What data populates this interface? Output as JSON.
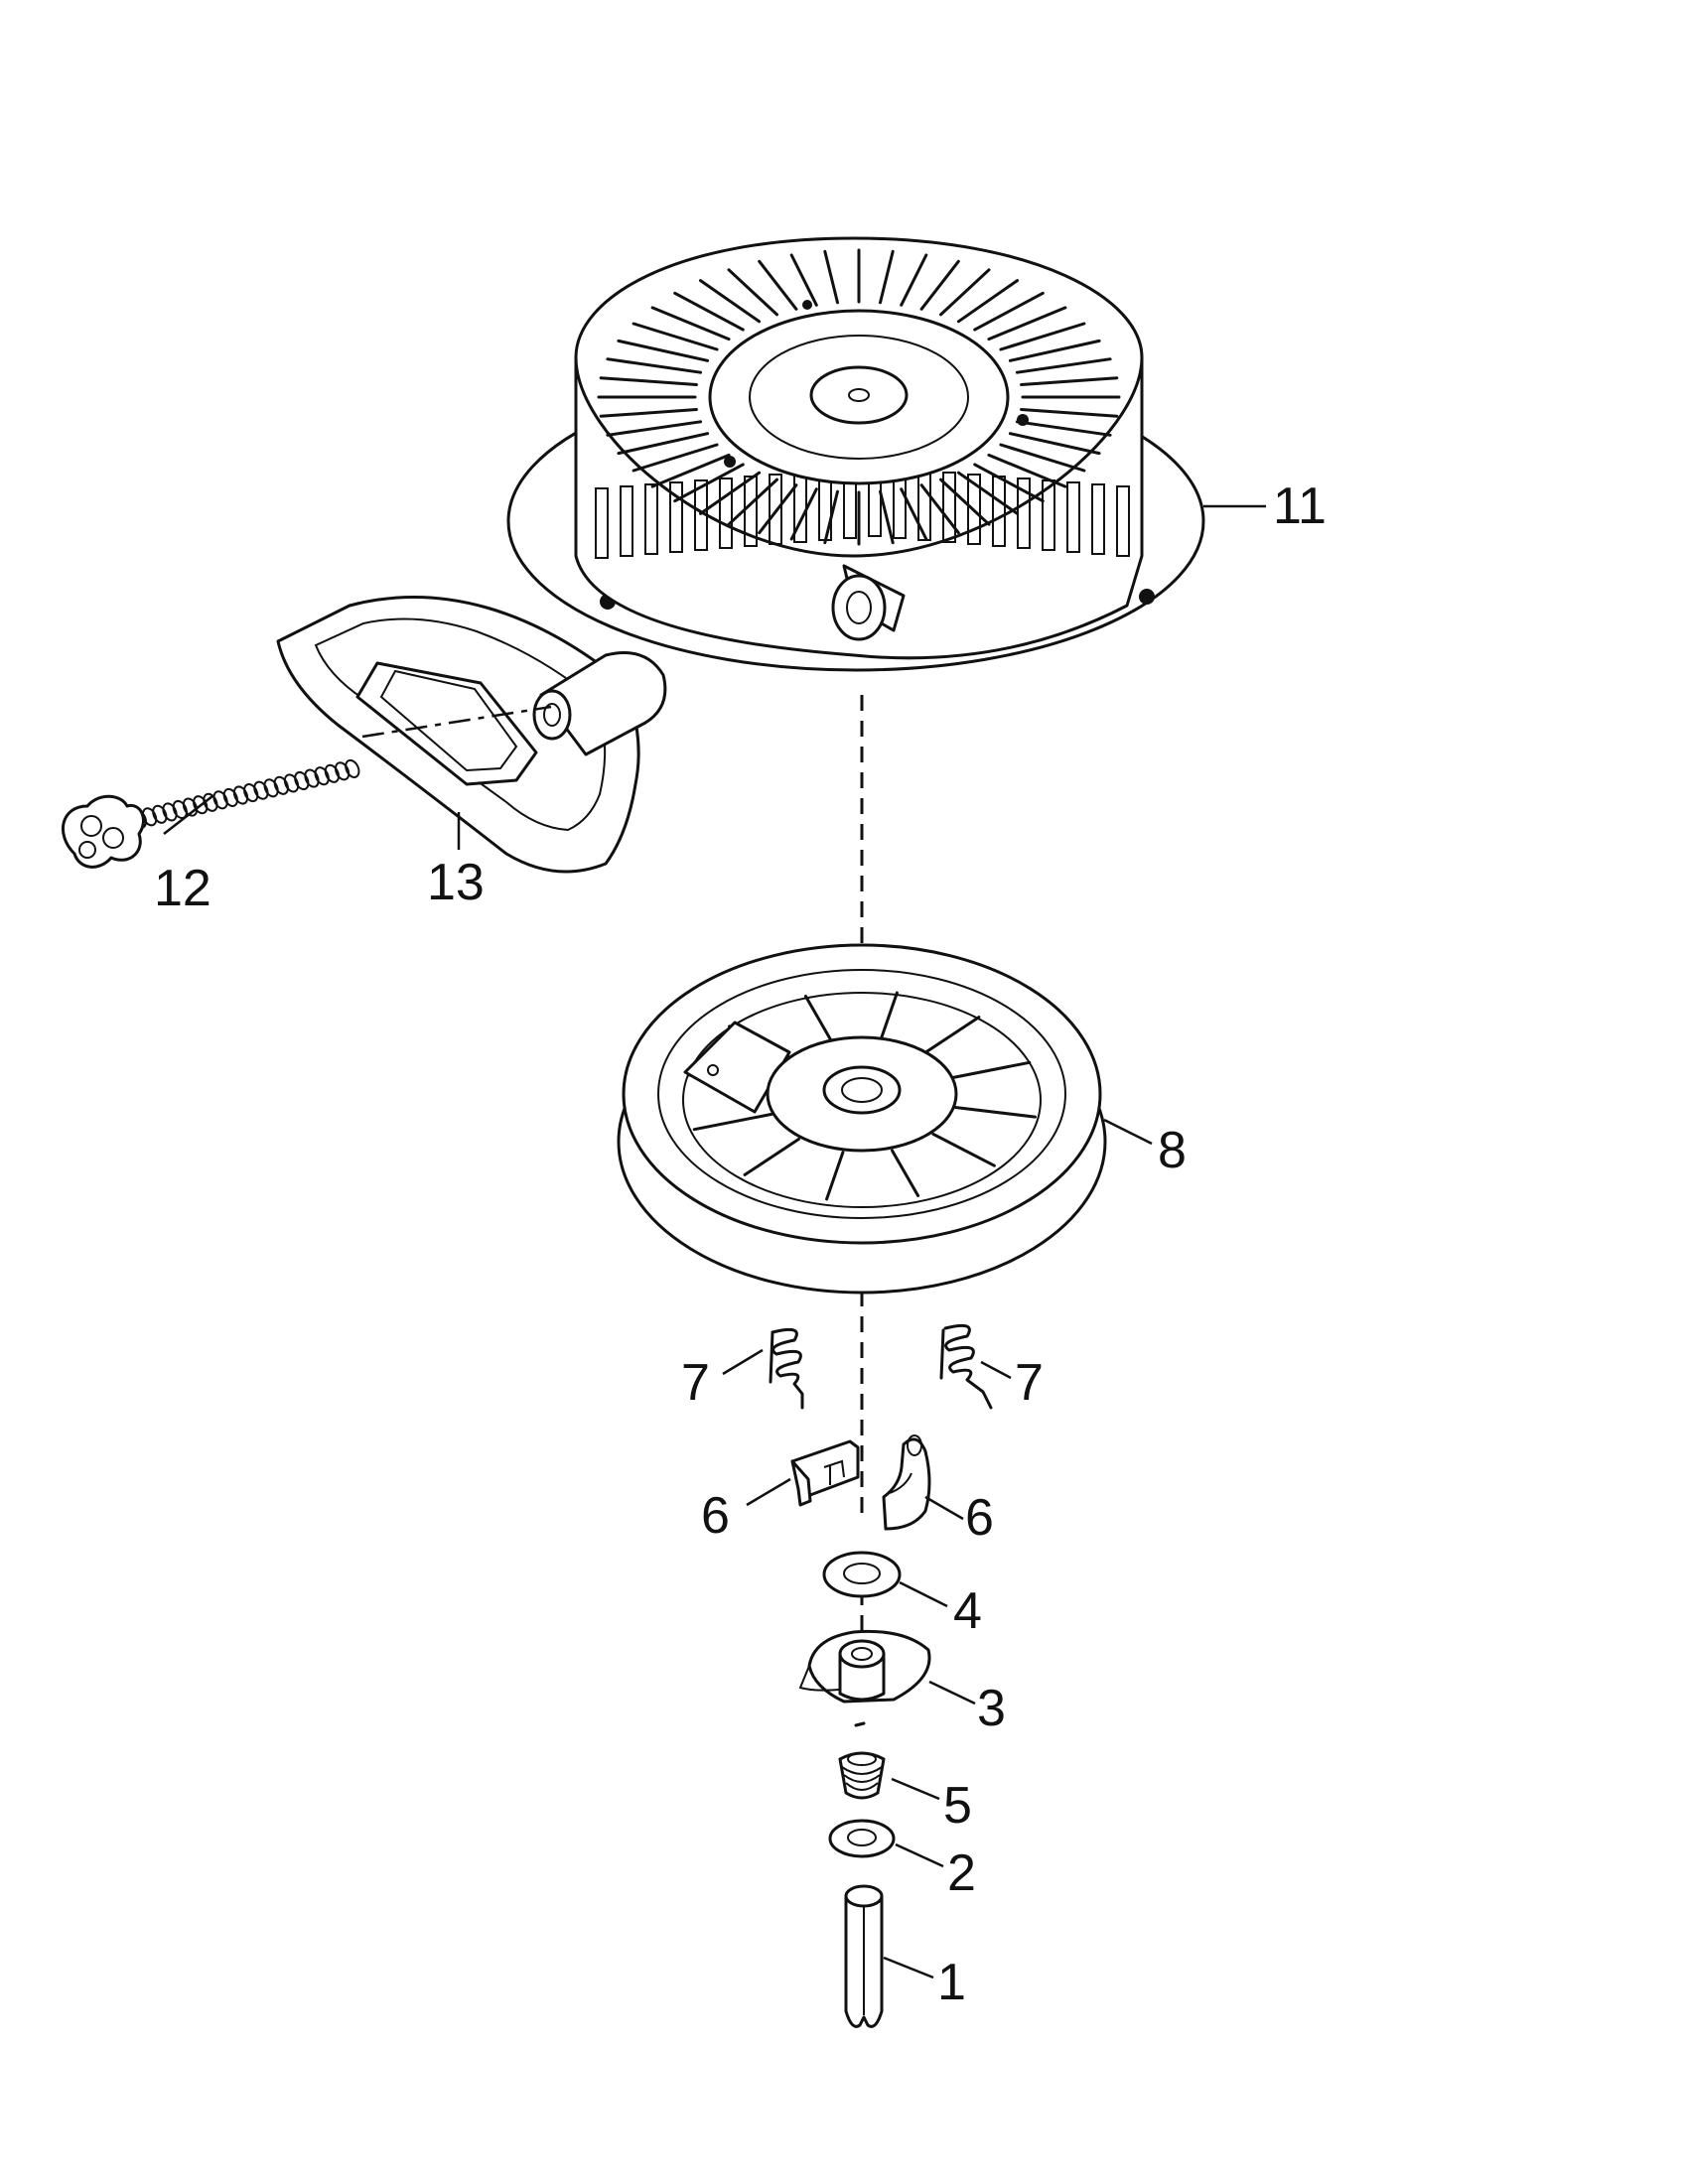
{
  "callouts": {
    "c11": "11",
    "c12": "12",
    "c13": "13",
    "c8": "8",
    "c7a": "7",
    "c7b": "7",
    "c6a": "6",
    "c6b": "6",
    "c4": "4",
    "c3": "3",
    "c5": "5",
    "c2": "2",
    "c1": "1"
  }
}
